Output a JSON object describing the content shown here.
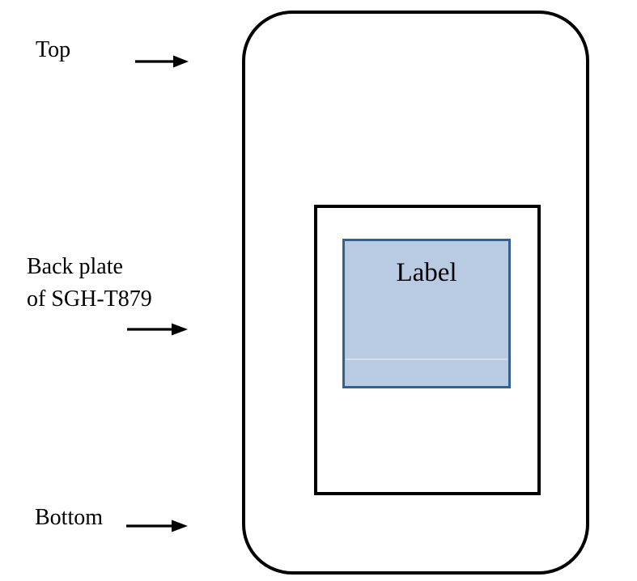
{
  "figure": {
    "annotations": {
      "top": "Top",
      "back_plate": [
        "Back plate",
        "of SGH-T879"
      ],
      "bottom": "Bottom"
    },
    "sticker_label": "Label",
    "colors": {
      "background": "#ffffff",
      "outline": "#000000",
      "text": "#000000",
      "label_fill": "#b8cbe3",
      "label_border": "#36618e"
    }
  }
}
